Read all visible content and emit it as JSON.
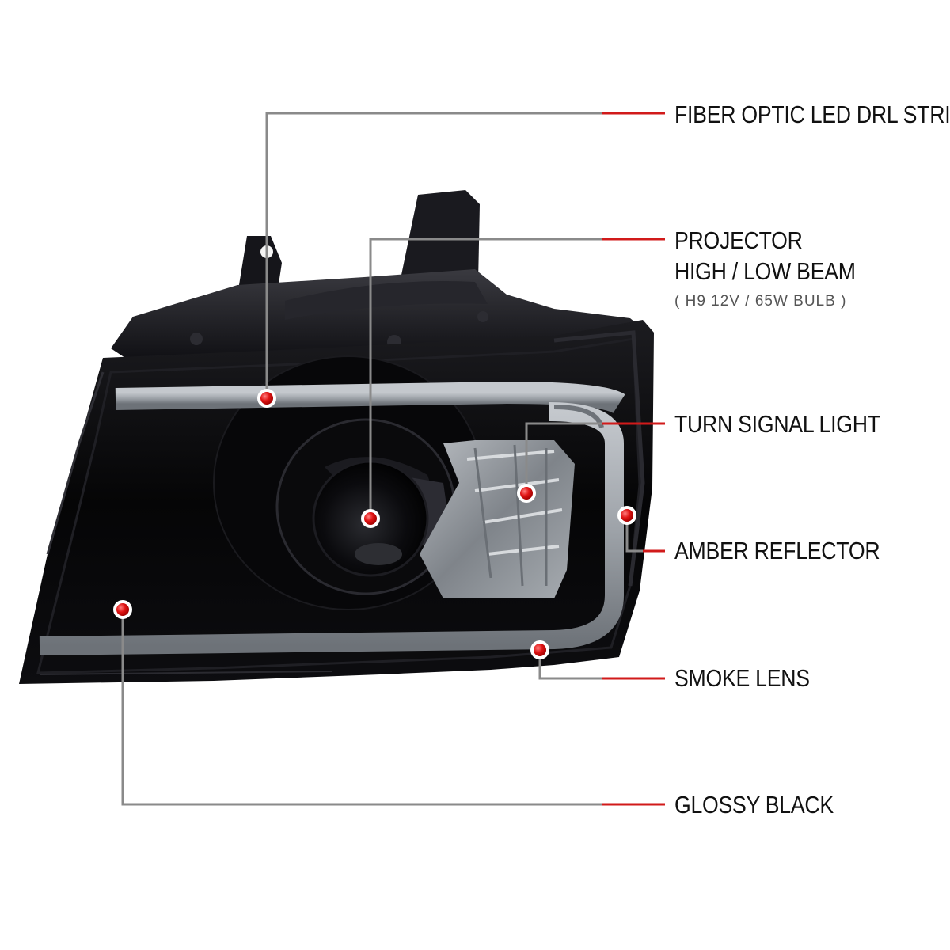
{
  "background_color": "#ffffff",
  "accent_color": "#d11a1a",
  "leader_line_color": "#8a8a8a",
  "headlight": {
    "lens_color": "#0a0a0c",
    "drl_strip_color": "#a8adb3",
    "signal_reflector_color": "#9a9fa5"
  },
  "callouts": {
    "fiber_optic": {
      "label": "FIBER OPTIC LED DRL STRIP"
    },
    "projector": {
      "line1": "PROJECTOR",
      "line2": "HIGH / LOW BEAM",
      "bulb": "( H9  12V / 65W  BULB )"
    },
    "turn_signal": {
      "label": "TURN SIGNAL LIGHT"
    },
    "amber_reflector": {
      "label": "AMBER REFLECTOR"
    },
    "smoke_lens": {
      "label": "SMOKE LENS"
    },
    "glossy_black": {
      "label": "GLOSSY BLACK"
    }
  }
}
